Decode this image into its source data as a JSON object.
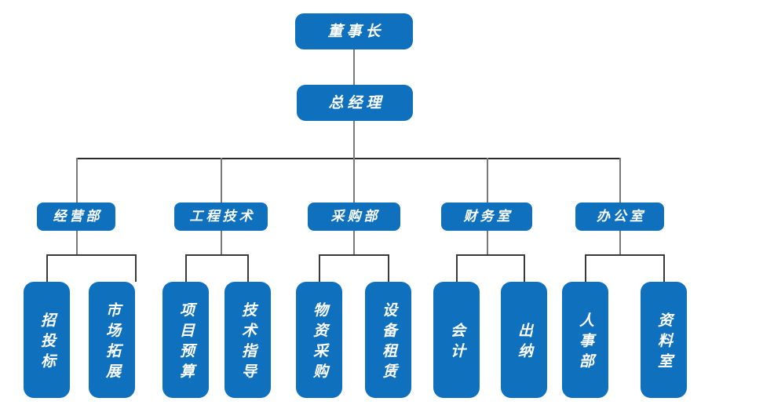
{
  "chart_data": {
    "type": "diagram",
    "subtype": "organizational-chart",
    "title": "",
    "orientation": "top-down",
    "levels": 4,
    "node_fill_color": "#0f70be",
    "node_text_color": "#ffffff",
    "connector_color": "#7a7a7a",
    "connector_bus_color": "#2b2b2b",
    "background_color": "#ffffff",
    "nodes": [
      {
        "id": "chairman",
        "label": "董事长",
        "level": 1,
        "text_direction": "horizontal"
      },
      {
        "id": "general-manager",
        "label": "总经理",
        "level": 2,
        "text_direction": "horizontal"
      },
      {
        "id": "dept-business",
        "label": "经营部",
        "level": 3,
        "text_direction": "horizontal"
      },
      {
        "id": "dept-engineering",
        "label": "工程技术",
        "level": 3,
        "text_direction": "horizontal"
      },
      {
        "id": "dept-purchasing",
        "label": "采购部",
        "level": 3,
        "text_direction": "horizontal"
      },
      {
        "id": "dept-finance",
        "label": "财务室",
        "level": 3,
        "text_direction": "horizontal"
      },
      {
        "id": "dept-office",
        "label": "办公室",
        "level": 3,
        "text_direction": "horizontal"
      },
      {
        "id": "sub-bidding",
        "label": "招投标",
        "level": 4,
        "text_direction": "vertical",
        "parent": "dept-business"
      },
      {
        "id": "sub-market",
        "label": "市场拓展",
        "level": 4,
        "text_direction": "vertical",
        "parent": "dept-business"
      },
      {
        "id": "sub-budget",
        "label": "项目预算",
        "level": 4,
        "text_direction": "vertical",
        "parent": "dept-engineering"
      },
      {
        "id": "sub-guidance",
        "label": "技术指导",
        "level": 4,
        "text_direction": "vertical",
        "parent": "dept-engineering"
      },
      {
        "id": "sub-materials",
        "label": "物资采购",
        "level": 4,
        "text_direction": "vertical",
        "parent": "dept-purchasing"
      },
      {
        "id": "sub-leasing",
        "label": "设备租赁",
        "level": 4,
        "text_direction": "vertical",
        "parent": "dept-purchasing"
      },
      {
        "id": "sub-accounting",
        "label": "会计",
        "level": 4,
        "text_direction": "vertical",
        "parent": "dept-finance"
      },
      {
        "id": "sub-cashier",
        "label": "出纳",
        "level": 4,
        "text_direction": "vertical",
        "parent": "dept-finance"
      },
      {
        "id": "sub-hr",
        "label": "人事部",
        "level": 4,
        "text_direction": "vertical",
        "parent": "dept-office"
      },
      {
        "id": "sub-archives",
        "label": "资料室",
        "level": 4,
        "text_direction": "vertical",
        "parent": "dept-office"
      }
    ]
  },
  "org": {
    "chairman": {
      "label": "董事长"
    },
    "general_manager": {
      "label": "总经理"
    },
    "departments": [
      {
        "label": "经营部"
      },
      {
        "label": "工程技术"
      },
      {
        "label": "采购部"
      },
      {
        "label": "财务室"
      },
      {
        "label": "办公室"
      }
    ],
    "subunits": [
      {
        "label": "招投标"
      },
      {
        "label": "市场拓展"
      },
      {
        "label": "项目预算"
      },
      {
        "label": "技术指导"
      },
      {
        "label": "物资采购"
      },
      {
        "label": "设备租赁"
      },
      {
        "label": "会计"
      },
      {
        "label": "出纳"
      },
      {
        "label": "人事部"
      },
      {
        "label": "资料室"
      }
    ]
  }
}
